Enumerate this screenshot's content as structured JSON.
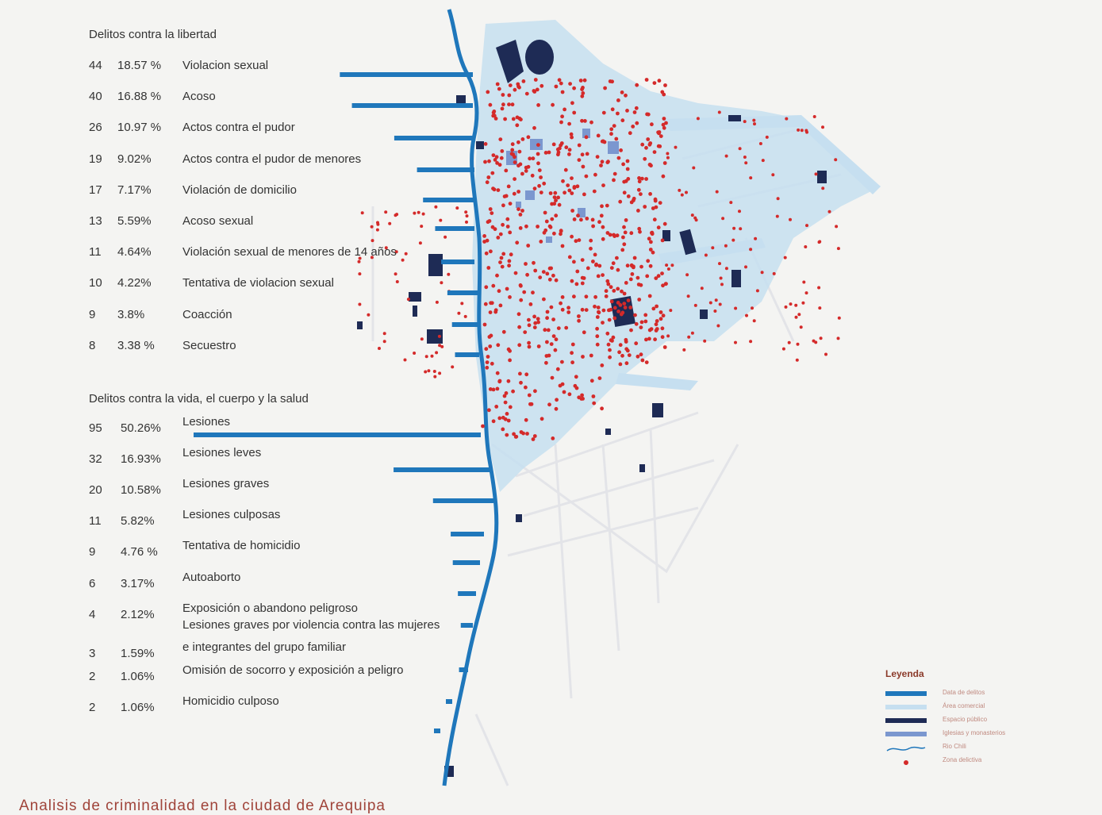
{
  "caption": "Analisis de criminalidad en la ciudad de Arequipa",
  "colors": {
    "bar": "#1f77bb",
    "river": "#1f77bb",
    "commercial": "#c6dff0",
    "public_space": "#1e2b55",
    "churches": "#7b97cf",
    "crime_dot": "#d42a2a",
    "street": "#e6e7ea",
    "caption": "#a0443a"
  },
  "sections": [
    {
      "title": "Delitos contra la libertad",
      "rows": [
        {
          "count": "44",
          "percent": "18.57 %",
          "label": "Violacion sexual",
          "value": 44
        },
        {
          "count": "40",
          "percent": "16.88 %",
          "label": "Acoso",
          "value": 40
        },
        {
          "count": "26",
          "percent": "10.97 %",
          "label": "Actos contra el pudor",
          "value": 26
        },
        {
          "count": "19",
          "percent": "9.02%",
          "label": "Actos contra el pudor de menores",
          "value": 19
        },
        {
          "count": "17",
          "percent": "7.17%",
          "label": "Violación de domicilio",
          "value": 17
        },
        {
          "count": "13",
          "percent": "5.59%",
          "label": "Acoso sexual",
          "value": 13
        },
        {
          "count": "11",
          "percent": "4.64%",
          "label": "Violación sexual de menores de 14 años",
          "value": 11
        },
        {
          "count": "10",
          "percent": "4.22%",
          "label": "Tentativa de violacion sexual",
          "value": 10
        },
        {
          "count": "9",
          "percent": "3.8%",
          "label": "Coacción",
          "value": 9
        },
        {
          "count": "8",
          "percent": "3.38 %",
          "label": "Secuestro",
          "value": 8
        }
      ]
    },
    {
      "title": "Delitos contra la vida, el cuerpo y la salud",
      "rows": [
        {
          "count": "95",
          "percent": "50.26%",
          "label": "Lesiones",
          "value": 95
        },
        {
          "count": "32",
          "percent": "16.93%",
          "label": "Lesiones leves",
          "value": 32
        },
        {
          "count": "20",
          "percent": "10.58%",
          "label": "Lesiones graves",
          "value": 20
        },
        {
          "count": "11",
          "percent": "5.82%",
          "label": "Lesiones culposas",
          "value": 11
        },
        {
          "count": "9",
          "percent": "4.76 %",
          "label": "Tentativa de homicidio",
          "value": 9
        },
        {
          "count": "6",
          "percent": "3.17%",
          "label": "Autoaborto",
          "value": 6
        },
        {
          "count": "4",
          "percent": "2.12%",
          "label": "Exposición o abandono peligroso",
          "value": 4
        },
        {
          "count": "3",
          "percent": "1.59%",
          "label": "Lesiones graves por violencia contra las mujeres",
          "label2": "e integrantes del grupo familiar",
          "value": 3
        },
        {
          "count": "2",
          "percent": "1.06%",
          "label": "Omisión de socorro y exposición a peligro",
          "value": 2
        },
        {
          "count": "2",
          "percent": "1.06%",
          "label": "Homicidio culposo",
          "value": 2
        }
      ]
    }
  ],
  "legend": {
    "title": "Leyenda",
    "items": [
      {
        "label": "Data de delitos",
        "color": "#1f77bb",
        "icon": "bar-swatch"
      },
      {
        "label": "Área comercial",
        "color": "#c6dff0",
        "icon": "area-swatch"
      },
      {
        "label": "Espacio público",
        "color": "#1e2b55",
        "icon": "block-swatch"
      },
      {
        "label": "Iglesias y monasterios",
        "color": "#7b97cf",
        "icon": "church-swatch"
      },
      {
        "label": "Rio Chili",
        "color": "#1f77bb",
        "icon": "river-swatch"
      },
      {
        "label": "Zona delictiva",
        "color": "#d42a2a",
        "icon": "dot-swatch"
      }
    ]
  }
}
